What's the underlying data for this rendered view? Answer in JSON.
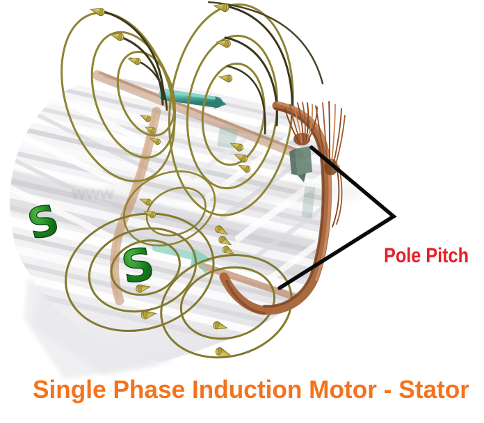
{
  "title": {
    "text": "Single Phase Induction Motor - Stator",
    "color": "#F4731D"
  },
  "callout": {
    "label": "Pole Pitch",
    "label_color": "#E61E28",
    "line_color": "#0A0A0A"
  },
  "watermark": {
    "text": "www",
    "color": "#9A9A98"
  },
  "pole_markers": [
    {
      "label": "S"
    },
    {
      "label": "S"
    }
  ],
  "pole_marker_color": "#1E7C1E",
  "palette": {
    "stator_body": "#F0F0F3",
    "stator_stripe_light": "#FFFFFF",
    "stator_stripe_dark": "#D8D8DC",
    "field_line": "#8F8433",
    "field_line_dark": "#3A371C",
    "flux_arrow_cone": "#D6C464",
    "copper_light": "#C98E62",
    "copper": "#A96A42",
    "copper_dark": "#7E4423",
    "teal_slot": "#41A496",
    "teal_light": "#A5DBCD",
    "green_slot_wedge": "#5E7D6B"
  }
}
